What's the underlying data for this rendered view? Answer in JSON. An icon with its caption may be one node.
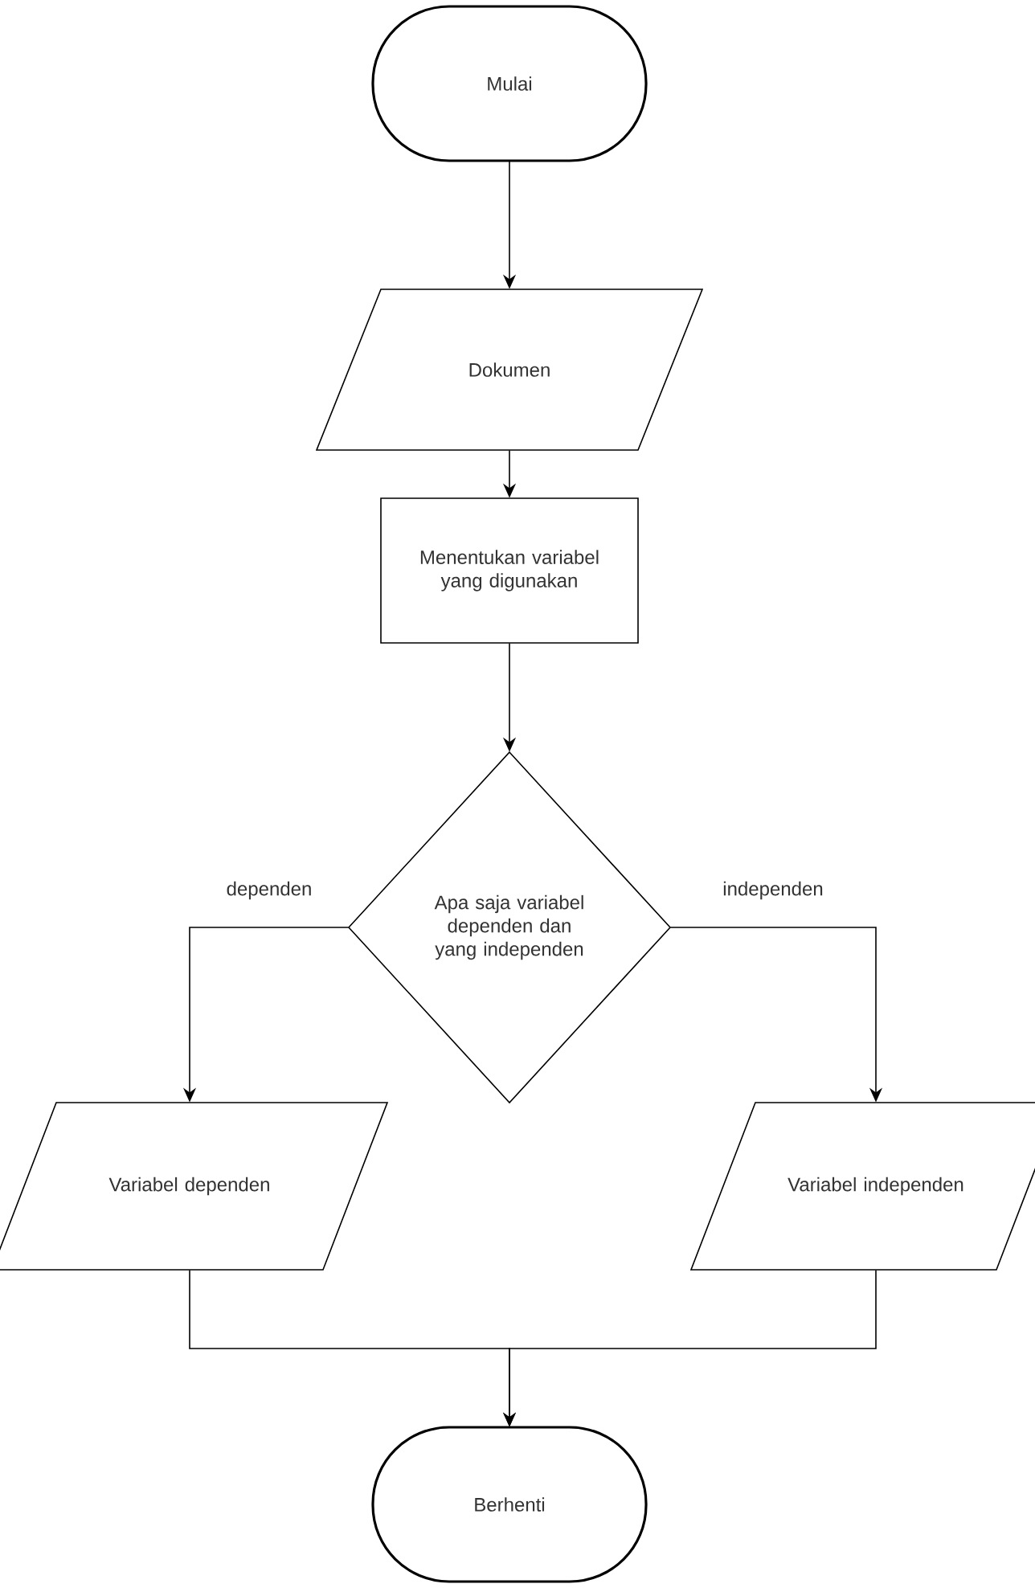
{
  "diagram": {
    "nodes": [
      {
        "text": [
          "Mulai"
        ]
      },
      {
        "text": [
          "Dokumen"
        ]
      },
      {
        "text": [
          "Menentukan variabel yang digunakan"
        ]
      },
      {
        "text": [
          "Apa saja variabel dependen dan yang independen"
        ]
      },
      {
        "text": [
          "Variabel dependen"
        ]
      },
      {
        "text": [
          "Variabel independen"
        ]
      },
      {
        "text": [
          "Berhenti"
        ]
      }
    ],
    "edges": [
      {
        "from": 0,
        "to": 1,
        "arrow": "to"
      },
      {
        "from": 1,
        "to": 2,
        "arrow": "to"
      },
      {
        "from": 2,
        "to": 3,
        "arrow": "to"
      },
      {
        "from": 3,
        "to": 4,
        "arrow": "to",
        "label": "dependen"
      },
      {
        "from": 3,
        "to": 5,
        "arrow": "to",
        "label": "independen"
      },
      {
        "from": 4,
        "to": 6,
        "arrow": "to"
      },
      {
        "from": 5,
        "to": 6,
        "arrow": "to"
      }
    ]
  }
}
